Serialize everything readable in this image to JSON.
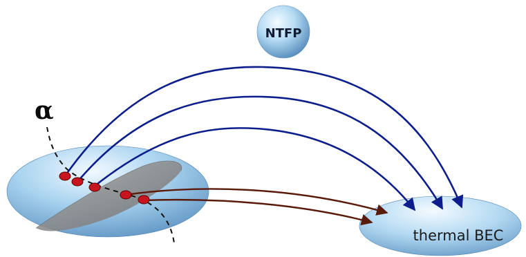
{
  "labels": {
    "alpha": "α",
    "top_sphere": "NTFP",
    "target": "thermal BEC"
  },
  "colors": {
    "blue_arrow": "#0c1e8c",
    "brown_arrow": "#5a1a0a",
    "point_fill": "#c8141e",
    "point_stroke": "#5a0000",
    "ellipsoid_light": "#eef6fc",
    "ellipsoid_mid": "#a9d3ef",
    "ellipsoid_dark": "#5d93c2",
    "section_plane": "#8a8a8a"
  }
}
